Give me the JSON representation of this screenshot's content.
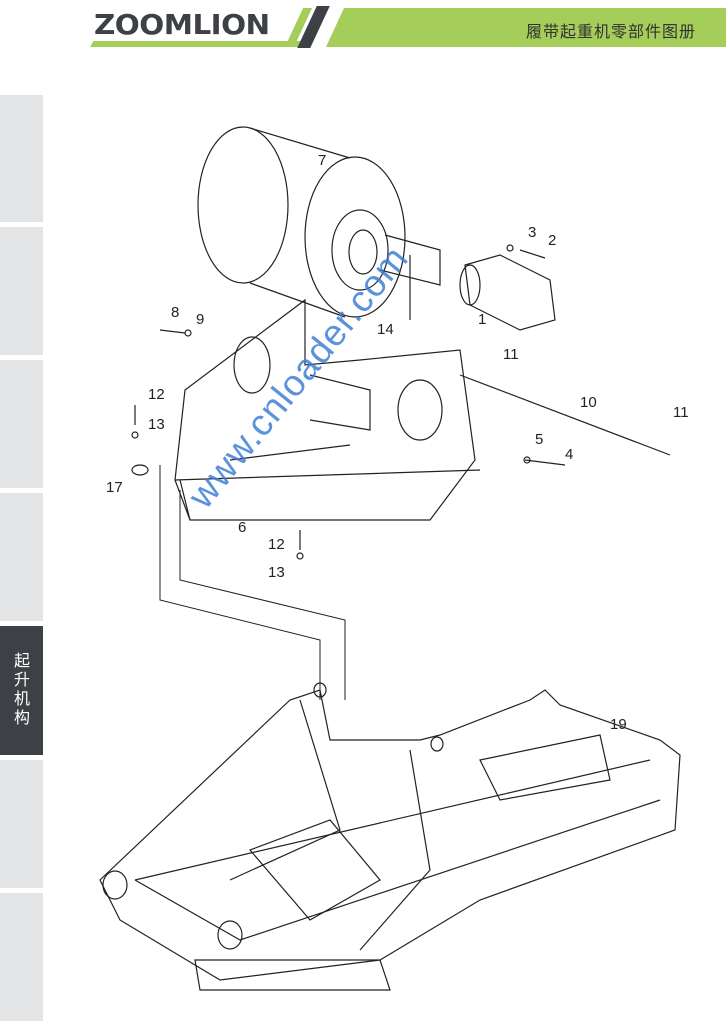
{
  "header": {
    "logo": "ZOOMLION",
    "title": "履带起重机零部件图册",
    "brand_green": "#a4cd5a",
    "brand_dark": "#3d4045"
  },
  "sidebar": {
    "tabs": [
      {
        "label": ""
      },
      {
        "label": ""
      },
      {
        "label": ""
      },
      {
        "label": ""
      },
      {
        "label": "起升机构",
        "active": true
      },
      {
        "label": ""
      },
      {
        "label": ""
      }
    ]
  },
  "diagram": {
    "callouts": [
      "7",
      "3",
      "2",
      "1",
      "14",
      "8",
      "9",
      "12",
      "13",
      "10",
      "11",
      "11",
      "5",
      "4",
      "17",
      "6",
      "12",
      "13",
      "19"
    ]
  },
  "watermark": "www.cnloader.com"
}
